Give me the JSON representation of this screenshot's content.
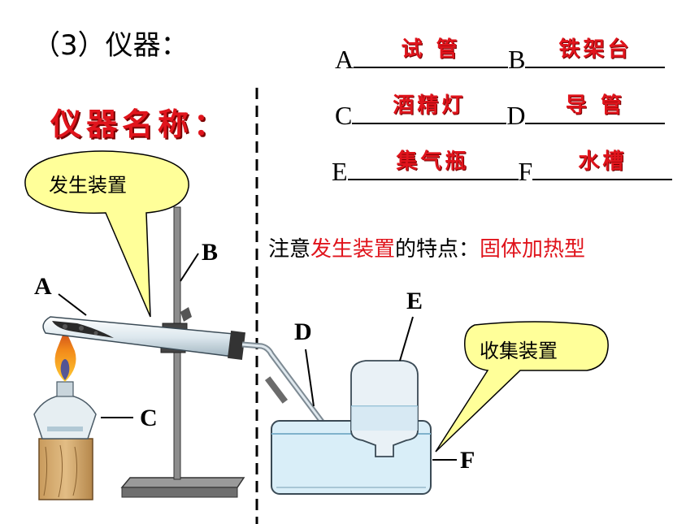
{
  "heading": {
    "number": "（3）",
    "text": "仪器："
  },
  "names_title": "仪器名称：",
  "blanks": [
    {
      "letter": "A",
      "answer": "试 管"
    },
    {
      "letter": "B",
      "answer": "铁架台"
    },
    {
      "letter": "C",
      "answer": "酒精灯"
    },
    {
      "letter": "D",
      "answer": "导 管"
    },
    {
      "letter": "E",
      "answer": "集气瓶"
    },
    {
      "letter": "F",
      "answer": "水槽"
    }
  ],
  "note": {
    "prefix": "注意",
    "highlight": "发生装置",
    "middle": "的特点：",
    "type": "固体加热型"
  },
  "bubbles": {
    "generation": "发生装置",
    "collection": "收集装置"
  },
  "diagram_labels": {
    "A": "A",
    "B": "B",
    "C": "C",
    "D": "D",
    "E": "E",
    "F": "F"
  },
  "colors": {
    "answer_red": "#e0141c",
    "bubble_fill": "#ffff99",
    "water": "#d9eef8"
  }
}
